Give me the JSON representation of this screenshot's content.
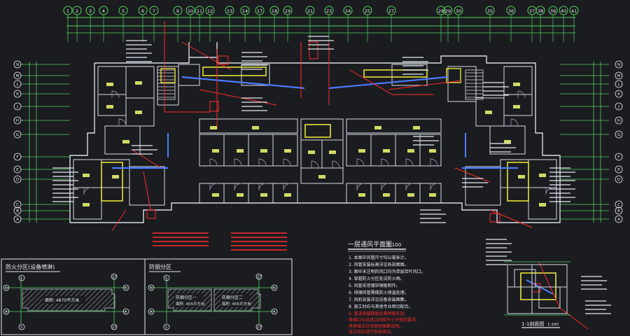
{
  "colors": {
    "background": "#1a1c20",
    "wall": "#d8dde6",
    "wall_dim": "#8a93a3",
    "grid": "#56d35a",
    "ductwork": "#e8e23a",
    "annotation": "#ff2b2b",
    "hatch": "#9aa0a8",
    "room_label": "#e6f06a",
    "frame": "#e8ecf2"
  },
  "grid_axes_top": [
    "1",
    "2",
    "3",
    "4",
    "5",
    "6",
    "7",
    "9",
    "10",
    "11",
    "12",
    "13",
    "14",
    "17",
    "18",
    "19",
    "21",
    "23",
    "24",
    "25",
    "27",
    "28",
    "29",
    "30",
    "35",
    "36",
    "37",
    "38",
    "39",
    "40",
    "41"
  ],
  "grid_axes_side": [
    "N",
    "M",
    "L",
    "K",
    "J",
    "H",
    "G",
    "F",
    "E",
    "D",
    "C",
    "B",
    "A"
  ],
  "main_plan": {
    "title": "一层通风平面图",
    "scale": "1:100"
  },
  "section_plan": {
    "title": "1-1剖面图",
    "scale": "1:100"
  },
  "inset_fire": {
    "title": "防火分区(设备喷淋)",
    "zone_label": "面积: 4870平方米",
    "axis_left": "5",
    "axis_right": "27",
    "axis_top_left": "5",
    "axis_top_right": "27",
    "axis_n": "N",
    "axis_a": "A"
  },
  "inset_smoke": {
    "title": "防烟分区",
    "zone1_label1": "防烟分区一",
    "zone1_label2": "面积: 455平方米",
    "zone2_label1": "防烟分区二",
    "zone2_label2": "面积: 455平方米",
    "axis_left": "5",
    "axis_right": "27",
    "axis_n": "N",
    "axis_a": "A"
  },
  "notes_lines": [
    "1. 本图中风管尺寸均以毫米计。",
    "2. 风管安装标高详见各剖面图。",
    "3. 图中未注明的风口均为单层百叶风口。",
    "4. 穿越防火分区处设防火阀。",
    "5. 风管采用镀锌钢板制作。",
    "6. 排烟风管需做防火保温处理。",
    "7. 风机安装详见设备安装图集。",
    "8. 施工时应与其他专业密切配合。"
  ],
  "notes_red": [
    "9. 管道穿越楼板处需预留孔洞,",
    "   排烟口与送风口间距不小于规范要求,",
    "   具体做法详见相关图集说明。",
    "   竣工后应进行系统调试。"
  ]
}
